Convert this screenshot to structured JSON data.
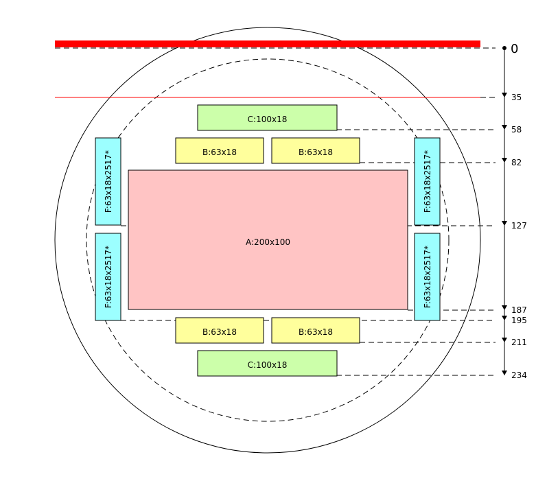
{
  "colors": {
    "A": "#ffc4c4",
    "B": "#ffff9c",
    "C": "#ccffaa",
    "F": "#9cffff",
    "limit_line": "#ff0000"
  },
  "labels": {
    "A": "A:200x100",
    "B1": "B:63x18",
    "B2": "B:63x18",
    "B3": "B:63x18",
    "B4": "B:63x18",
    "C_top": "C:100x18",
    "C_bottom": "C:100x18",
    "F1": "F:63x18x2517*",
    "F2": "F:63x18x2517*",
    "F3": "F:63x18x2517*",
    "F4": "F:63x18x2517*"
  },
  "dimensions": [
    "0",
    "35",
    "58",
    "82",
    "127",
    "187",
    "195",
    "211",
    "234"
  ]
}
